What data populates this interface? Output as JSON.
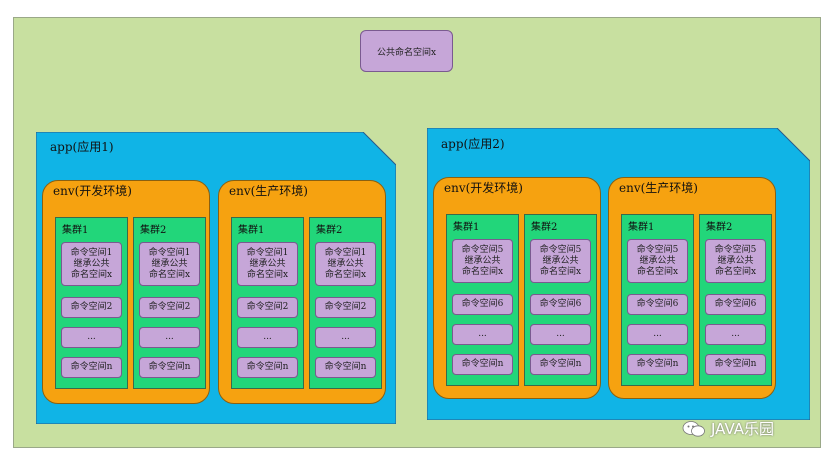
{
  "diagram": {
    "public_namespace": "公共命名空间x",
    "apps": [
      {
        "label": "app(应用1)",
        "envs": [
          {
            "label": "env(开发环境)",
            "clusters": [
              {
                "label": "集群1",
                "namespaces": [
                  "命令空间1\n继承公共\n命名空间x",
                  "命令空间2",
                  "...",
                  "命令空间n"
                ]
              },
              {
                "label": "集群2",
                "namespaces": [
                  "命令空间1\n继承公共\n命名空间x",
                  "命令空间2",
                  "...",
                  "命令空间n"
                ]
              }
            ]
          },
          {
            "label": "env(生产环境)",
            "clusters": [
              {
                "label": "集群1",
                "namespaces": [
                  "命令空间1\n继承公共\n命名空间x",
                  "命令空间2",
                  "...",
                  "命令空间n"
                ]
              },
              {
                "label": "集群2",
                "namespaces": [
                  "命令空间1\n继承公共\n命名空间x",
                  "命令空间2",
                  "...",
                  "命令空间n"
                ]
              }
            ]
          }
        ]
      },
      {
        "label": "app(应用2)",
        "envs": [
          {
            "label": "env(开发环境)",
            "clusters": [
              {
                "label": "集群1",
                "namespaces": [
                  "命令空间5\n继承公共\n命名空间x",
                  "命令空间6",
                  "...",
                  "命令空间n"
                ]
              },
              {
                "label": "集群2",
                "namespaces": [
                  "命令空间5\n继承公共\n命名空间x",
                  "命令空间6",
                  "...",
                  "命令空间n"
                ]
              }
            ]
          },
          {
            "label": "env(生产环境)",
            "clusters": [
              {
                "label": "集群1",
                "namespaces": [
                  "命令空间5\n继承公共\n命名空间x",
                  "命令空间6",
                  "...",
                  "命令空间n"
                ]
              },
              {
                "label": "集群2",
                "namespaces": [
                  "命令空间5\n继承公共\n命名空间x",
                  "命令空间6",
                  "...",
                  "命令空间n"
                ]
              }
            ]
          }
        ]
      }
    ]
  },
  "watermark": {
    "text": "JAVA乐园",
    "icon": "wechat-icon"
  },
  "colors": {
    "background": "#c8e0a0",
    "app": "#10b4e6",
    "env": "#f6a210",
    "cluster": "#22d67a",
    "namespace": "#c6a6d8"
  }
}
